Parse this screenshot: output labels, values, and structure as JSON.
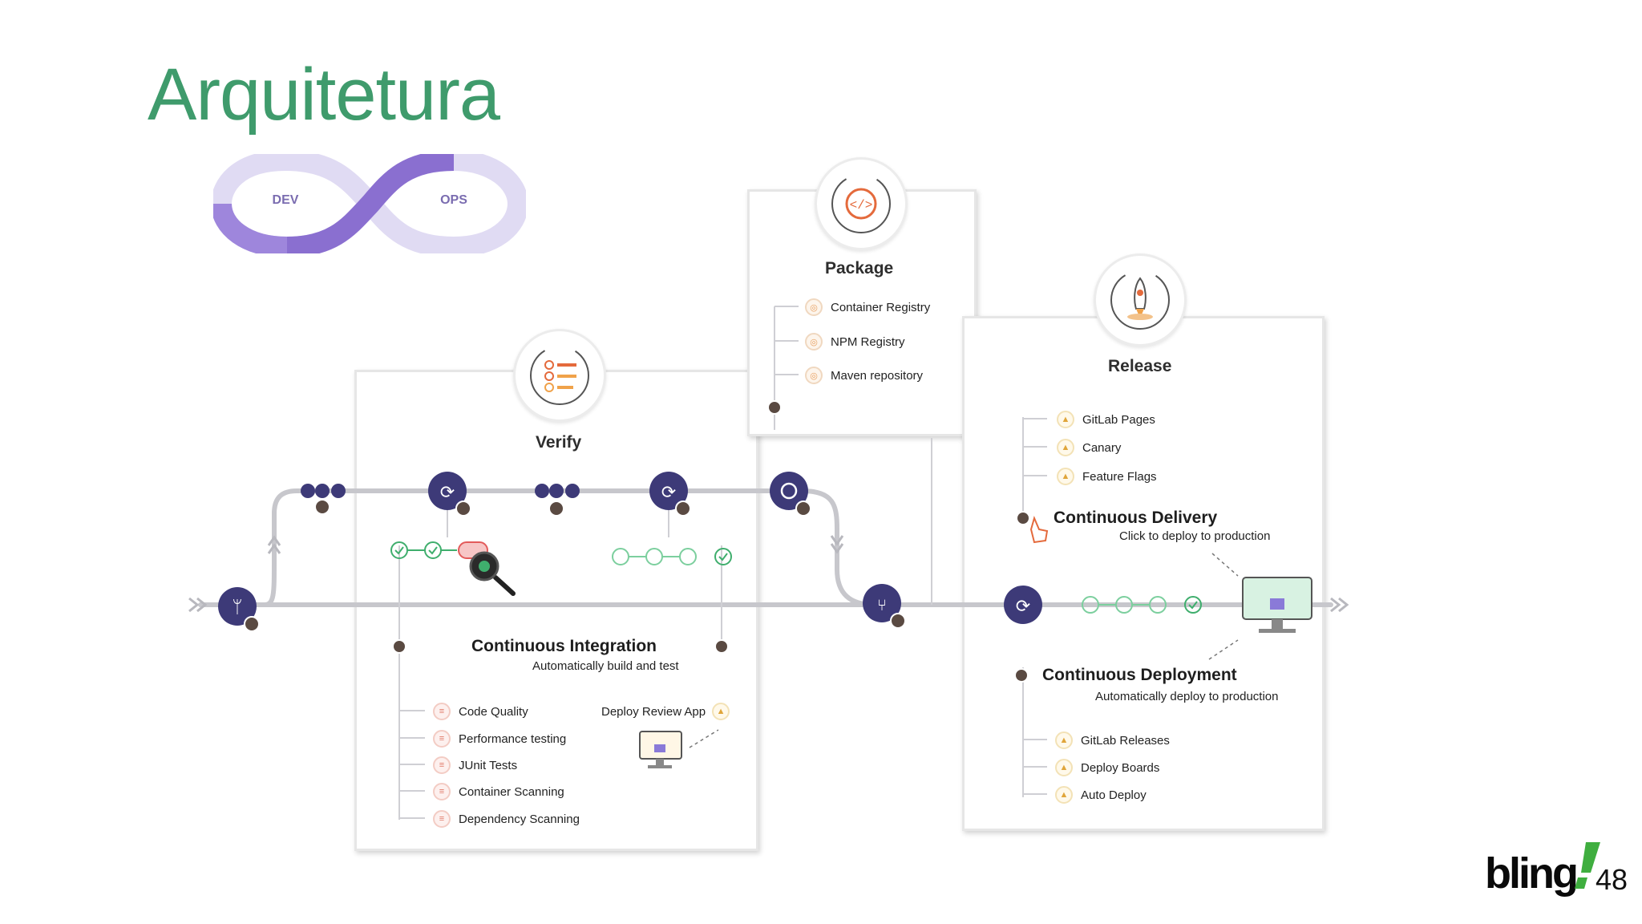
{
  "title": "Arquitetura",
  "loop": {
    "dev": "DEV",
    "ops": "OPS"
  },
  "verify": {
    "title": "Verify",
    "ci_title": "Continuous Integration",
    "ci_sub": "Automatically build and test",
    "items": [
      "Code Quality",
      "Performance testing",
      "JUnit Tests",
      "Container Scanning",
      "Dependency Scanning"
    ],
    "review_app": "Deploy Review App"
  },
  "package": {
    "title": "Package",
    "items": [
      "Container Registry",
      "NPM Registry",
      "Maven repository"
    ]
  },
  "release": {
    "title": "Release",
    "top_items": [
      "GitLab Pages",
      "Canary",
      "Feature Flags"
    ],
    "cd_title": "Continuous Delivery",
    "cd_sub": "Click to deploy to production",
    "cdep_title": "Continuous Deployment",
    "cdep_sub": "Automatically deploy to production",
    "bottom_items": [
      "GitLab Releases",
      "Deploy Boards",
      "Auto Deploy"
    ]
  },
  "logo": "bling",
  "page_number": "48",
  "colors": {
    "title": "#3f9b6c",
    "node": "#3d3a78",
    "check": "#3fae6d",
    "loop": "#8a6fd0",
    "pipeline": "#c7c7cc"
  },
  "icons": [
    "code-icon",
    "checklist-icon",
    "rocket-icon",
    "branch-icon",
    "merge-request-icon",
    "sync-icon",
    "check-icon",
    "bug-magnifier-icon",
    "monitor-icon",
    "pointer-hand-icon",
    "avatar-icon"
  ]
}
